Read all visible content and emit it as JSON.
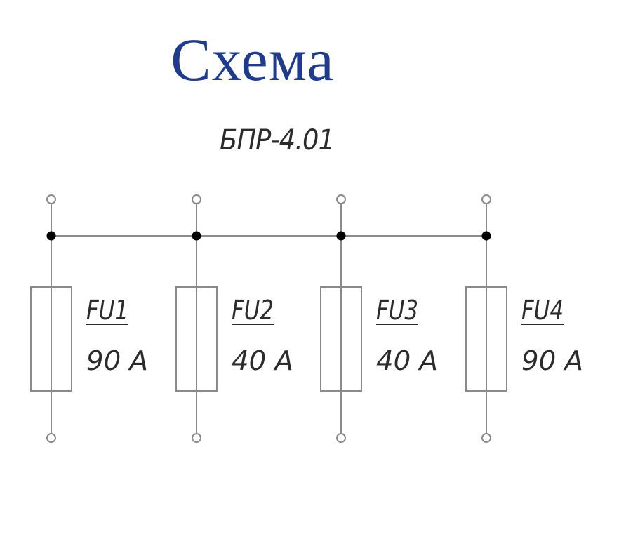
{
  "title": "Схема",
  "subtitle": "БПР-4.01",
  "colors": {
    "title": "#1f3b8f",
    "line": "#8a8a8a",
    "node": "#000000",
    "text": "#2b2b2b"
  },
  "fuses": [
    {
      "id": "FU1",
      "rating": "90 A"
    },
    {
      "id": "FU2",
      "rating": "40 A"
    },
    {
      "id": "FU3",
      "rating": "40 A"
    },
    {
      "id": "FU4",
      "rating": "90 A"
    }
  ]
}
